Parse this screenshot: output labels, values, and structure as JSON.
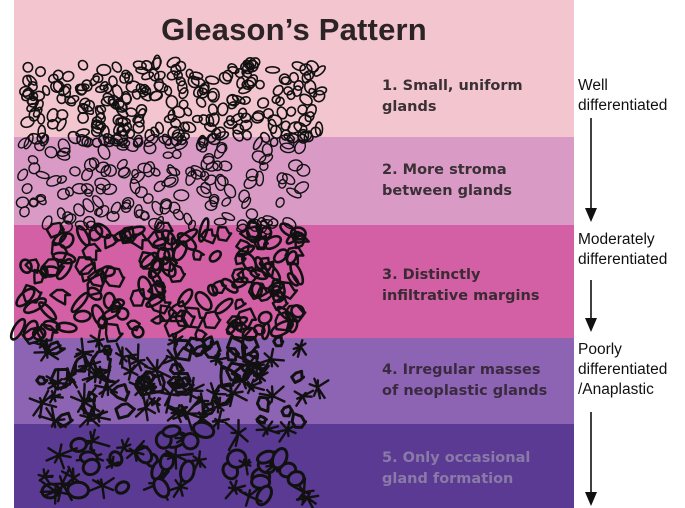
{
  "title": "Gleason’s Pattern",
  "bands": [
    {
      "label_lines": [
        "1. Small, uniform",
        "glands"
      ],
      "color": "#f3c6cf",
      "text_color": "#3a3035"
    },
    {
      "label_lines": [
        "2. More stroma",
        "between glands"
      ],
      "color": "#d99bc6",
      "text_color": "#3a3035"
    },
    {
      "label_lines": [
        "3. Distinctly",
        "infiltrative margins"
      ],
      "color": "#d35fa4",
      "text_color": "#3a2a33"
    },
    {
      "label_lines": [
        "4. Irregular masses",
        "of neoplastic glands"
      ],
      "color": "#8d64b3",
      "text_color": "#3a2a40"
    },
    {
      "label_lines": [
        "5. Only occasional",
        "gland formation"
      ],
      "color": "#5a3a93",
      "text_color": "#8b7aa8"
    }
  ],
  "differentiation": [
    {
      "lines": [
        "Well",
        "differentiated"
      ]
    },
    {
      "lines": [
        "Moderately",
        "differentiated"
      ]
    },
    {
      "lines": [
        "Poorly",
        "differentiated",
        "/Anaplastic"
      ]
    }
  ],
  "icons": [
    "down-arrow-icon"
  ]
}
